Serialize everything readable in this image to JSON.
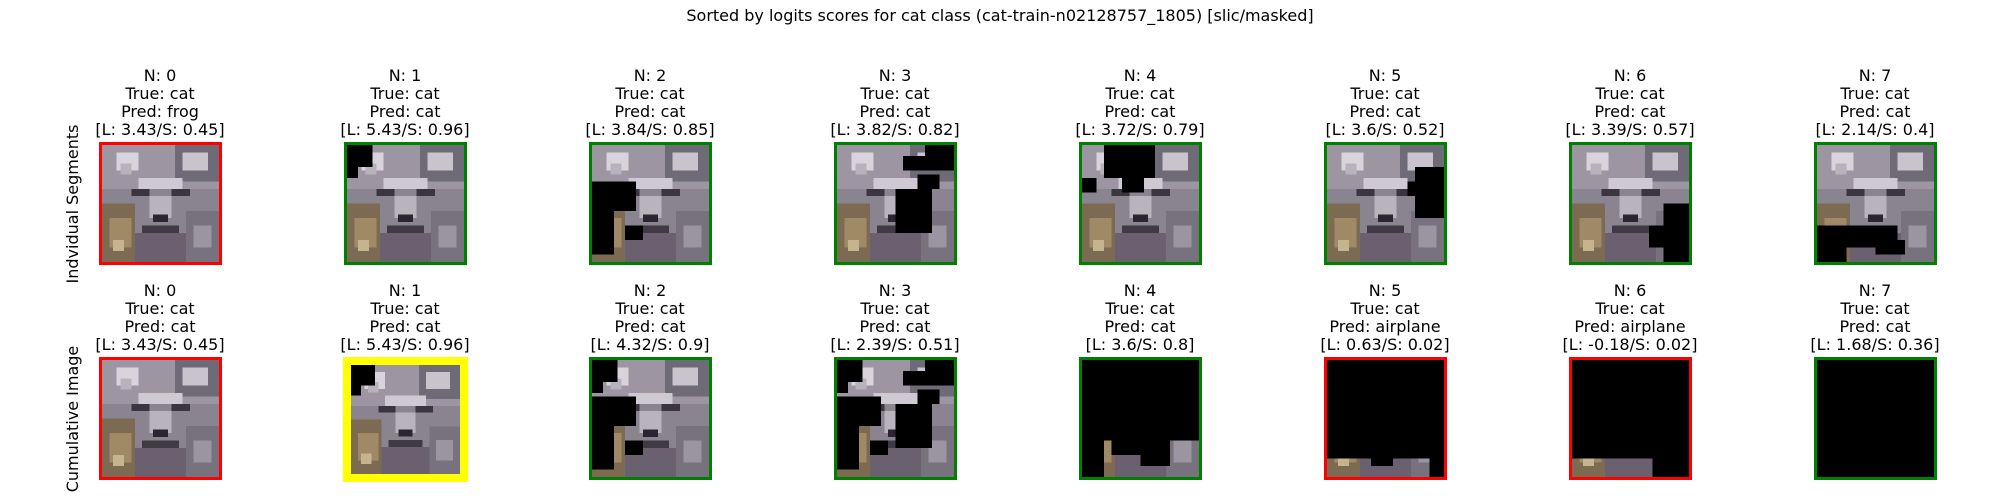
{
  "figure": {
    "title": "Sorted by logits scores for cat class (cat-train-n02128757_1805) [slic/masked]"
  },
  "rows": [
    {
      "label": "Indvidual Segments",
      "panels": [
        {
          "n": "N: 0",
          "truth": "True: cat",
          "pred": "Pred: frog",
          "score": "[L: 3.43/S: 0.45]",
          "border": "#ff0000",
          "mask": "none"
        },
        {
          "n": "N: 1",
          "truth": "True: cat",
          "pred": "Pred: cat",
          "score": "[L: 5.43/S: 0.96]",
          "border": "#008000",
          "mask": "ind1"
        },
        {
          "n": "N: 2",
          "truth": "True: cat",
          "pred": "Pred: cat",
          "score": "[L: 3.84/S: 0.85]",
          "border": "#008000",
          "mask": "ind2"
        },
        {
          "n": "N: 3",
          "truth": "True: cat",
          "pred": "Pred: cat",
          "score": "[L: 3.82/S: 0.82]",
          "border": "#008000",
          "mask": "ind3"
        },
        {
          "n": "N: 4",
          "truth": "True: cat",
          "pred": "Pred: cat",
          "score": "[L: 3.72/S: 0.79]",
          "border": "#008000",
          "mask": "ind4"
        },
        {
          "n": "N: 5",
          "truth": "True: cat",
          "pred": "Pred: cat",
          "score": "[L: 3.6/S: 0.52]",
          "border": "#008000",
          "mask": "ind5"
        },
        {
          "n": "N: 6",
          "truth": "True: cat",
          "pred": "Pred: cat",
          "score": "[L: 3.39/S: 0.57]",
          "border": "#008000",
          "mask": "ind6"
        },
        {
          "n": "N: 7",
          "truth": "True: cat",
          "pred": "Pred: cat",
          "score": "[L: 2.14/S: 0.4]",
          "border": "#008000",
          "mask": "ind7"
        }
      ]
    },
    {
      "label": "Cumulative Image",
      "panels": [
        {
          "n": "N: 0",
          "truth": "True: cat",
          "pred": "Pred: cat",
          "score": "[L: 3.43/S: 0.45]",
          "border": "#ff0000",
          "mask": "none"
        },
        {
          "n": "N: 1",
          "truth": "True: cat",
          "pred": "Pred: cat",
          "score": "[L: 5.43/S: 0.96]",
          "border": "#ffff00",
          "mask": "ind1"
        },
        {
          "n": "N: 2",
          "truth": "True: cat",
          "pred": "Pred: cat",
          "score": "[L: 4.32/S: 0.9]",
          "border": "#008000",
          "mask": "cum2"
        },
        {
          "n": "N: 3",
          "truth": "True: cat",
          "pred": "Pred: cat",
          "score": "[L: 2.39/S: 0.51]",
          "border": "#008000",
          "mask": "cum3"
        },
        {
          "n": "N: 4",
          "truth": "True: cat",
          "pred": "Pred: cat",
          "score": "[L: 3.6/S: 0.8]",
          "border": "#008000",
          "mask": "cum4"
        },
        {
          "n": "N: 5",
          "truth": "True: cat",
          "pred": "Pred: airplane",
          "score": "[L: 0.63/S: 0.02]",
          "border": "#ff0000",
          "mask": "cum5"
        },
        {
          "n": "N: 6",
          "truth": "True: cat",
          "pred": "Pred: airplane",
          "score": "[L: -0.18/S: 0.02]",
          "border": "#ff0000",
          "mask": "cum6"
        },
        {
          "n": "N: 7",
          "truth": "True: cat",
          "pred": "Pred: cat",
          "score": "[L: 1.68/S: 0.36]",
          "border": "#008000",
          "mask": "full"
        }
      ]
    }
  ]
}
